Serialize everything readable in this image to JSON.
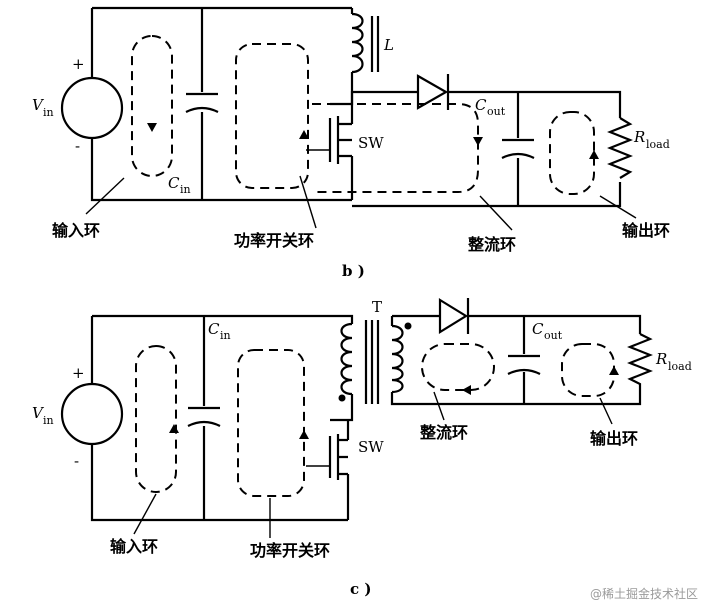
{
  "panel_b": {
    "caption": "b )",
    "vin": "V",
    "vin_sub": "in",
    "plus": "+",
    "minus": "-",
    "cin": "C",
    "cin_sub": "in",
    "inductor": "L",
    "cout": "C",
    "cout_sub": "out",
    "rload": "R",
    "rload_sub": "load",
    "switch": "SW",
    "loop_input": "输入环",
    "loop_power_switch": "功率开关环",
    "loop_rectifier": "整流环",
    "loop_output": "输出环"
  },
  "panel_c": {
    "caption": "c )",
    "vin": "V",
    "vin_sub": "in",
    "plus": "+",
    "minus": "-",
    "cin": "C",
    "cin_sub": "in",
    "transformer": "T",
    "cout": "C",
    "cout_sub": "out",
    "rload": "R",
    "rload_sub": "load",
    "switch": "SW",
    "loop_input": "输入环",
    "loop_power_switch": "功率开关环",
    "loop_rectifier": "整流环",
    "loop_output": "输出环"
  },
  "watermark": "@稀土掘金技术社区"
}
